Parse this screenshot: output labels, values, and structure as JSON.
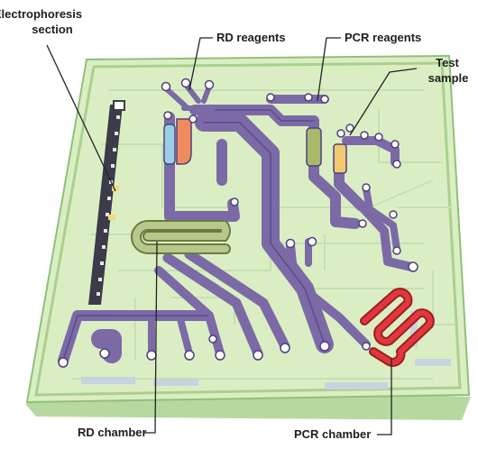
{
  "labels": {
    "electrophoresis_line1": "Electrophoresis",
    "electrophoresis_line2": "section",
    "rd_reagents": "RD reagents",
    "pcr_reagents": "PCR reagents",
    "test_sample_line1": "Test",
    "test_sample_line2": "sample",
    "rd_chamber": "RD chamber",
    "pcr_chamber": "PCR chamber"
  },
  "colors": {
    "chip_surface": "#dbeec3",
    "chip_edge": "#9ec98a",
    "channel": "#7b6aa6",
    "channel_dark": "#4f3f80",
    "rd_chamber": "#b6c88c",
    "pcr_chamber": "#e0383d",
    "reagent_blue": "#9ad0e6",
    "reagent_orange": "#f08a5d",
    "reagent_olive": "#a9b96a",
    "sample_yellow": "#f1c86e",
    "pin": "#ffffff"
  }
}
